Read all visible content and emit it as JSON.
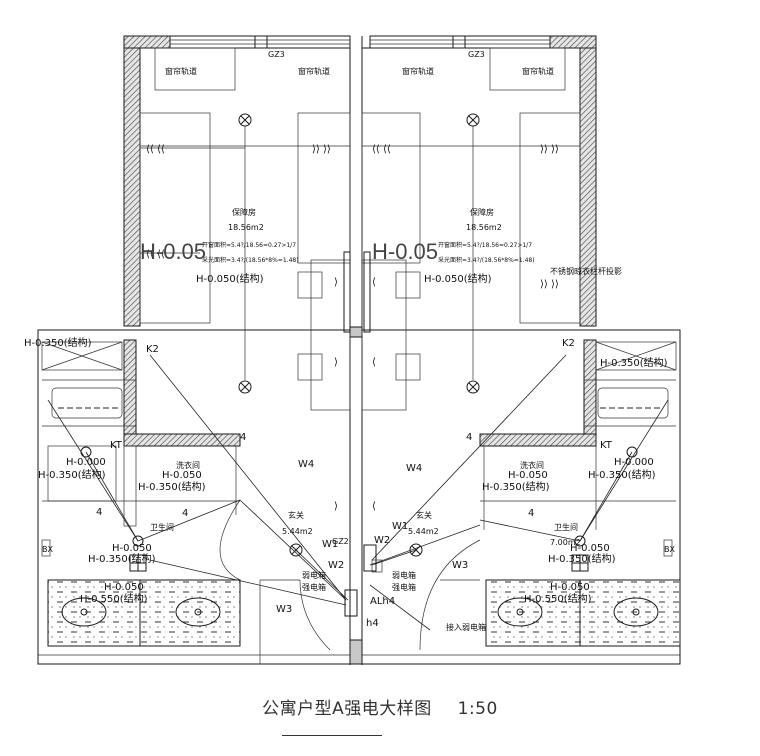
{
  "drawing": {
    "title": "公寓户型A强电大样图",
    "scale": "1:50"
  },
  "rooms": {
    "bedroom_left": {
      "name": "保障房",
      "area": "18.56m2",
      "formula1": "开窗面积=5.4?/18.56=0.27>1/7",
      "formula2": "采光面积=3.4?/(18.56*8%=1.48)"
    },
    "bedroom_right": {
      "name": "保障房",
      "area": "18.56m2",
      "formula1": "开窗面积=5.4?/18.56=0.27>1/7",
      "formula2": "采光面积=3.4?/(18.56*8%=1.48)"
    },
    "laundry_left": "洗衣间",
    "laundry_right": "洗衣间",
    "bath_left": "卫生间",
    "bath_right": "卫生间",
    "entry_left": "玄关",
    "entry_right": "玄关",
    "entry_area_left": "5.44m2",
    "entry_area_right": "5.44m2",
    "bath_area_right": "7.00m2"
  },
  "annotations": {
    "curtain_track": "窗帘轨道",
    "window_code": "GZ3",
    "door_code": "GZ2",
    "big_level": "H-0.05",
    "struct_level_050": "H-0.050(结构)",
    "struct_level_350": "H-0.350(结构)",
    "level_000": "H-0.000",
    "level_050": "H-0.050",
    "level_350": "H-0.350",
    "level_550": "H-0.550(结构)",
    "level_t050": "H-0.050",
    "ac_label": "KT",
    "k2_label": "K2",
    "circuit_w1": "W1",
    "circuit_w2": "W2",
    "circuit_w3": "W3",
    "circuit_w4": "W4",
    "num_4": "4",
    "weak_box": "弱电箱",
    "strong_box": "强电箱",
    "panel_id": "ALh4",
    "panel_short": "h4",
    "weak_in": "接入弱电箱",
    "rail_note": "不锈钢晾衣栏杆投影",
    "fridge_tag": "BX"
  }
}
